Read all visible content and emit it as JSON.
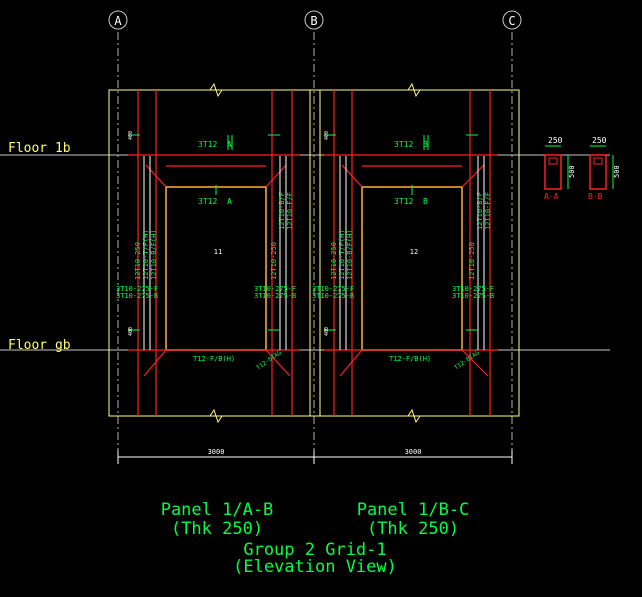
{
  "grid_labels": [
    "A",
    "B",
    "C"
  ],
  "floors": [
    {
      "label": "Floor 1b"
    },
    {
      "label": "Floor gb"
    }
  ],
  "panels": [
    {
      "openings_label": "11",
      "top_bar": "3T12",
      "top_mark": "A",
      "mid_bar": "3T12",
      "mid_mark": "A",
      "left_bars": [
        "12T10-250",
        "12T10-T/F(H)",
        "12T10-B/F(H)"
      ],
      "right_bars": [
        "12T10-250",
        "12T10-B/F",
        "12T10-F/F"
      ],
      "left_side_a": "3T10-275-F",
      "left_side_b": "3T10-275-B",
      "right_side_a": "3T10-275-F",
      "right_side_b": "3T10-275-B",
      "bottom_bar": "T12-F/B(H)",
      "diag_bar": "T12-DIAG",
      "dim_top": "400",
      "dim_bot": "400",
      "width_dim": "3000",
      "title": "Panel 1/A-B",
      "thk": "(Thk 250)"
    },
    {
      "openings_label": "12",
      "top_bar": "3T12",
      "top_mark": "B",
      "mid_bar": "3T12",
      "mid_mark": "B",
      "left_bars": [
        "12T10-250",
        "12T10-T/F(H)",
        "12T10-B/F(H)"
      ],
      "right_bars": [
        "12T10-250",
        "12T10-B/F",
        "12T10-F/F"
      ],
      "left_side_a": "3T10-275-F",
      "left_side_b": "3T10-275-B",
      "right_side_a": "3T10-275-F",
      "right_side_b": "3T10-275-B",
      "bottom_bar": "T12-F/B(H)",
      "diag_bar": "T12-DIAG",
      "dim_top": "400",
      "dim_bot": "400",
      "width_dim": "3000",
      "title": "Panel 1/B-C",
      "thk": "(Thk 250)"
    }
  ],
  "sections": [
    {
      "width": "250",
      "height": "500",
      "label": "A-A"
    },
    {
      "width": "250",
      "height": "500",
      "label": "B-B"
    }
  ],
  "footer": {
    "line1": "Group 2 Grid-1",
    "line2": "(Elevation View)"
  },
  "colors": {
    "background": "#000000",
    "grid": "#c8c8c8",
    "outline": "#ffff80",
    "rebar": "#ff2020",
    "dim": "#00ff40",
    "text_green": "#00ff40",
    "white": "#ffffff",
    "title": "#00ff40"
  }
}
